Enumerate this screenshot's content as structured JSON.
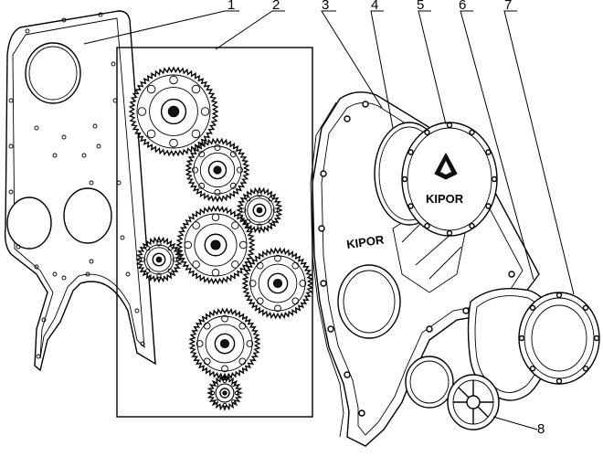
{
  "callouts": [
    {
      "id": "1",
      "label": "1"
    },
    {
      "id": "2",
      "label": "2"
    },
    {
      "id": "3",
      "label": "3"
    },
    {
      "id": "4",
      "label": "4"
    },
    {
      "id": "5",
      "label": "5"
    },
    {
      "id": "6",
      "label": "6"
    },
    {
      "id": "7",
      "label": "7"
    },
    {
      "id": "8",
      "label": "8"
    }
  ],
  "brand": {
    "text_cover": "KIPOR",
    "text_housing": "KIPOR"
  }
}
